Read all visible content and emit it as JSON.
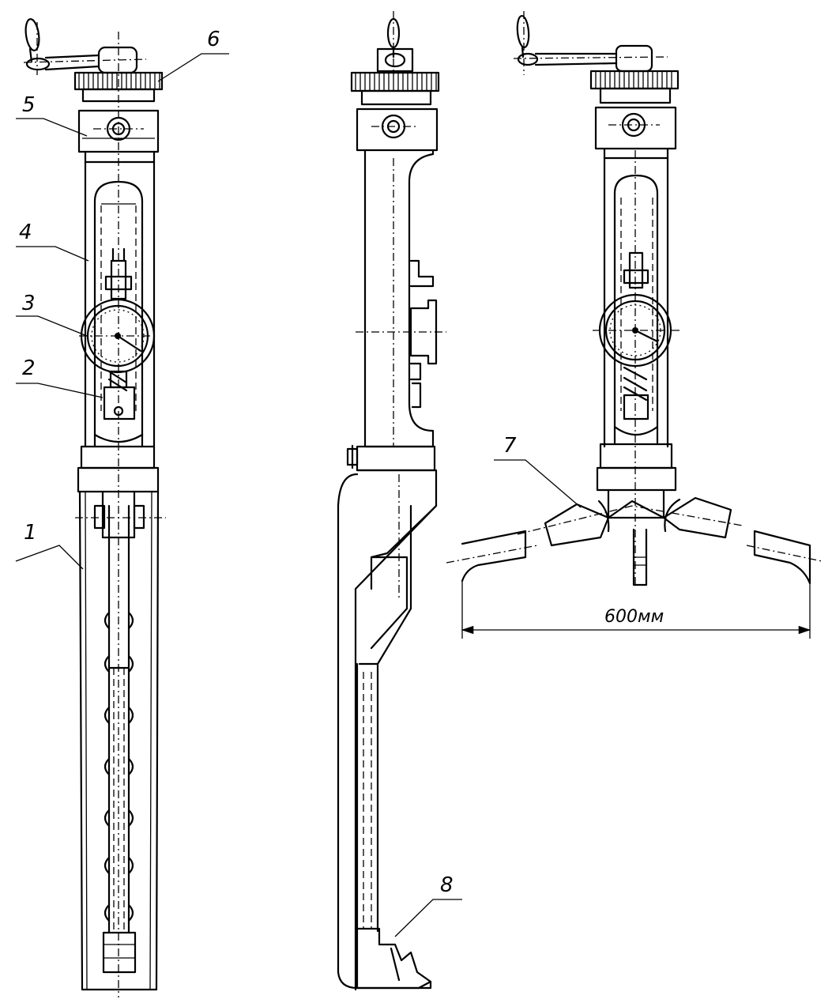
{
  "callouts": [
    {
      "id": "1",
      "text": "1"
    },
    {
      "id": "2",
      "text": "2"
    },
    {
      "id": "3",
      "text": "3"
    },
    {
      "id": "4",
      "text": "4"
    },
    {
      "id": "5",
      "text": "5"
    },
    {
      "id": "6",
      "text": "6"
    },
    {
      "id": "7",
      "text": "7"
    },
    {
      "id": "8",
      "text": "8"
    }
  ],
  "dimension": {
    "text": "600мм"
  }
}
